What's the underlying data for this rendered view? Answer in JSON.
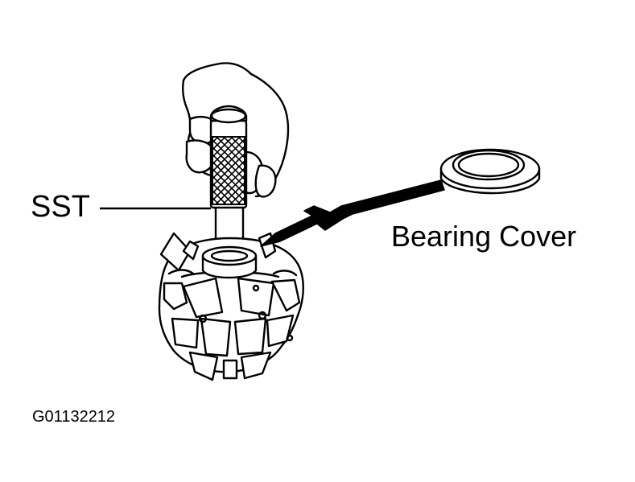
{
  "labels": {
    "tool": "SST",
    "part": "Bearing Cover",
    "figure_code": "G01132212"
  },
  "colors": {
    "ink": "#000000",
    "background": "#ffffff"
  }
}
